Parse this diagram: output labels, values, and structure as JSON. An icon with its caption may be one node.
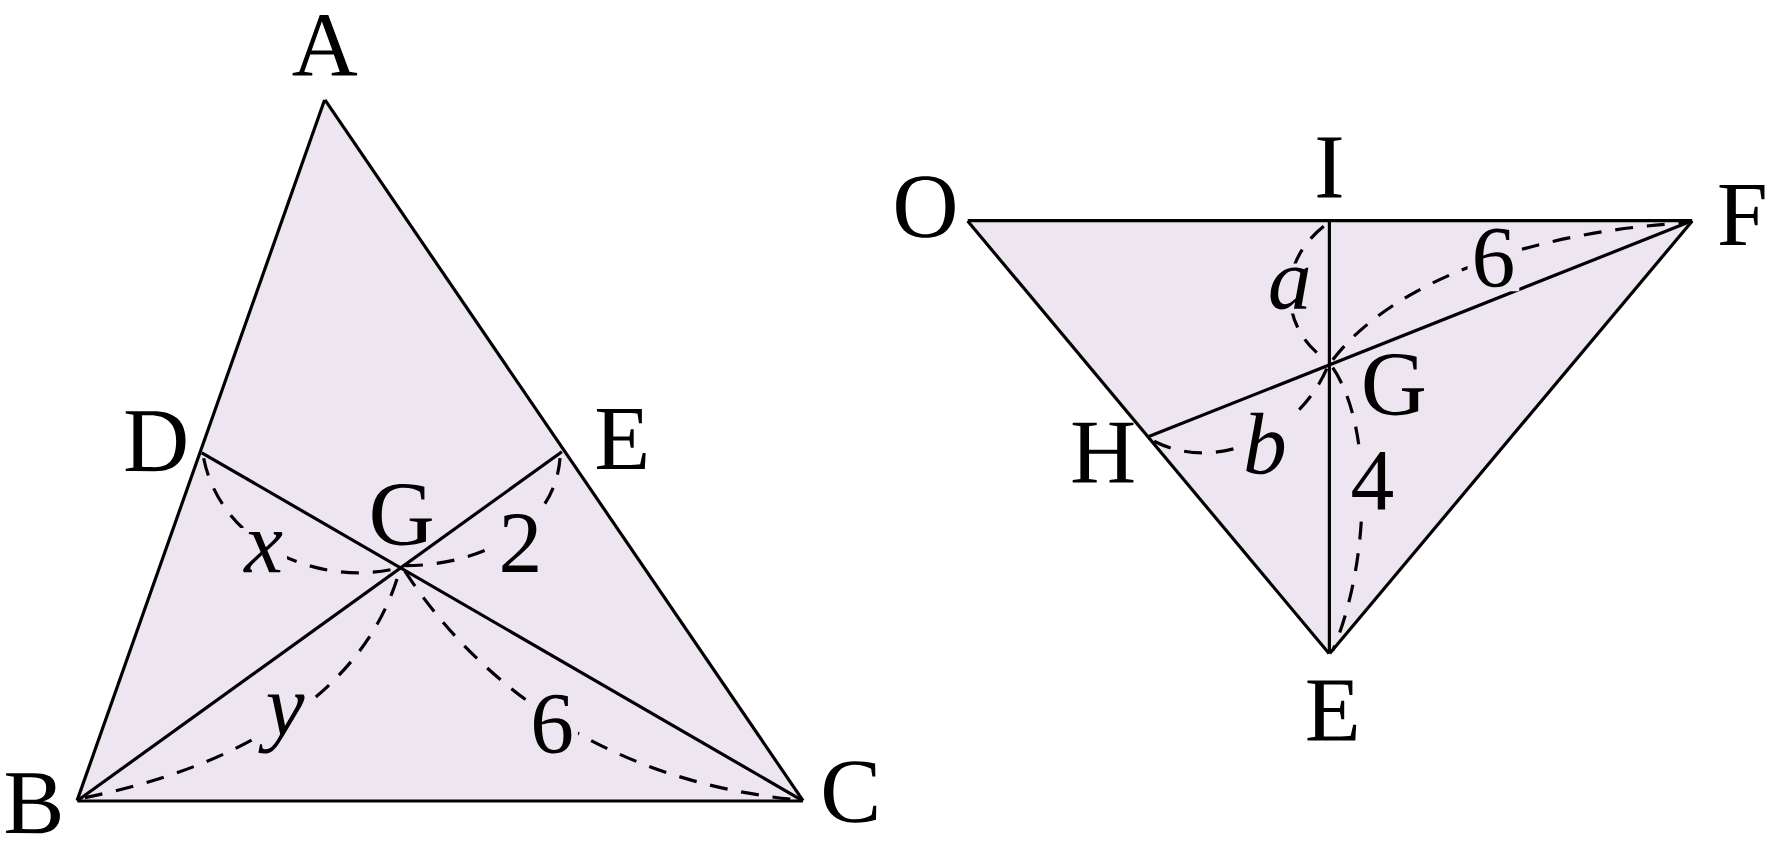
{
  "diagram": {
    "nodes": [
      {
        "text": [
          "A"
        ]
      },
      {
        "text": [
          "B"
        ]
      },
      {
        "text": [
          "C"
        ]
      },
      {
        "text": [
          "D"
        ]
      },
      {
        "text": [
          "E"
        ]
      },
      {
        "text": [
          "G"
        ]
      },
      {
        "text": [
          "O"
        ]
      },
      {
        "text": [
          "I"
        ]
      },
      {
        "text": [
          "F"
        ]
      },
      {
        "text": [
          "G"
        ]
      },
      {
        "text": [
          "H"
        ]
      },
      {
        "text": [
          "E"
        ]
      }
    ],
    "edges": [
      {
        "from": 0,
        "to": 1,
        "arrow": "none"
      },
      {
        "from": 0,
        "to": 2,
        "arrow": "none"
      },
      {
        "from": 1,
        "to": 2,
        "arrow": "none"
      },
      {
        "from": 1,
        "to": 4,
        "arrow": "none"
      },
      {
        "from": 2,
        "to": 3,
        "arrow": "none"
      },
      {
        "from": 6,
        "to": 8,
        "arrow": "none"
      },
      {
        "from": 6,
        "to": 11,
        "arrow": "none"
      },
      {
        "from": 8,
        "to": 11,
        "arrow": "none"
      },
      {
        "from": 7,
        "to": 11,
        "arrow": "none"
      },
      {
        "from": 10,
        "to": 8,
        "arrow": "none"
      }
    ],
    "labels": [
      "x",
      "2",
      "y",
      "6",
      "a",
      "6",
      "b",
      "4"
    ]
  }
}
